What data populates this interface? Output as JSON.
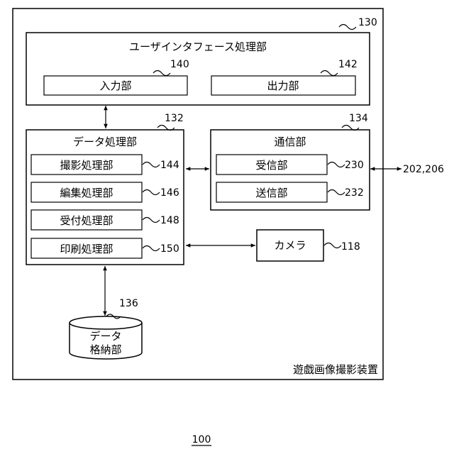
{
  "device": {
    "name": "遊戯画像撮影装置",
    "ref": "130",
    "figure_ref": "100"
  },
  "ui_unit": {
    "title": "ユーザインタフェース処理部",
    "input": {
      "label": "入力部",
      "ref": "140"
    },
    "output": {
      "label": "出力部",
      "ref": "142"
    }
  },
  "data_unit": {
    "title": "データ処理部",
    "ref": "132",
    "items": [
      {
        "label": "撮影処理部",
        "ref": "144"
      },
      {
        "label": "編集処理部",
        "ref": "146"
      },
      {
        "label": "受付処理部",
        "ref": "148"
      },
      {
        "label": "印刷処理部",
        "ref": "150"
      }
    ]
  },
  "comm_unit": {
    "title": "通信部",
    "ref": "134",
    "items": [
      {
        "label": "受信部",
        "ref": "230"
      },
      {
        "label": "送信部",
        "ref": "232"
      }
    ]
  },
  "camera": {
    "label": "カメラ",
    "ref": "118"
  },
  "storage": {
    "line1": "データ",
    "line2": "格納部",
    "ref": "136"
  },
  "external": {
    "label": "202,206"
  }
}
